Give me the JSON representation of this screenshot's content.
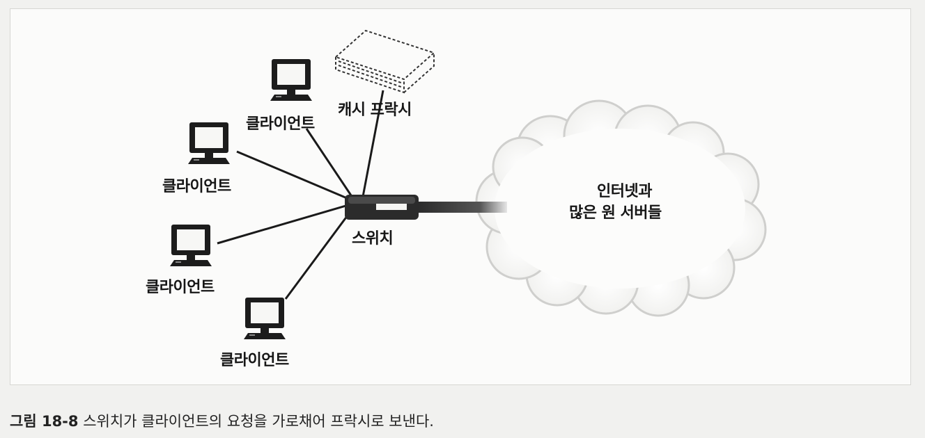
{
  "diagram": {
    "cache_proxy_label": "캐시 프락시",
    "switch_label": "스위치",
    "internet_label_line1": "인터넷과",
    "internet_label_line2": "많은 원 서버들",
    "clients": [
      {
        "label": "클라이언트"
      },
      {
        "label": "클라이언트"
      },
      {
        "label": "클라이언트"
      },
      {
        "label": "클라이언트"
      }
    ]
  },
  "caption": {
    "figure_number": "그림 18-8",
    "text": "스위치가 클라이언트의 요청을 가로채어 프락시로 보낸다."
  }
}
